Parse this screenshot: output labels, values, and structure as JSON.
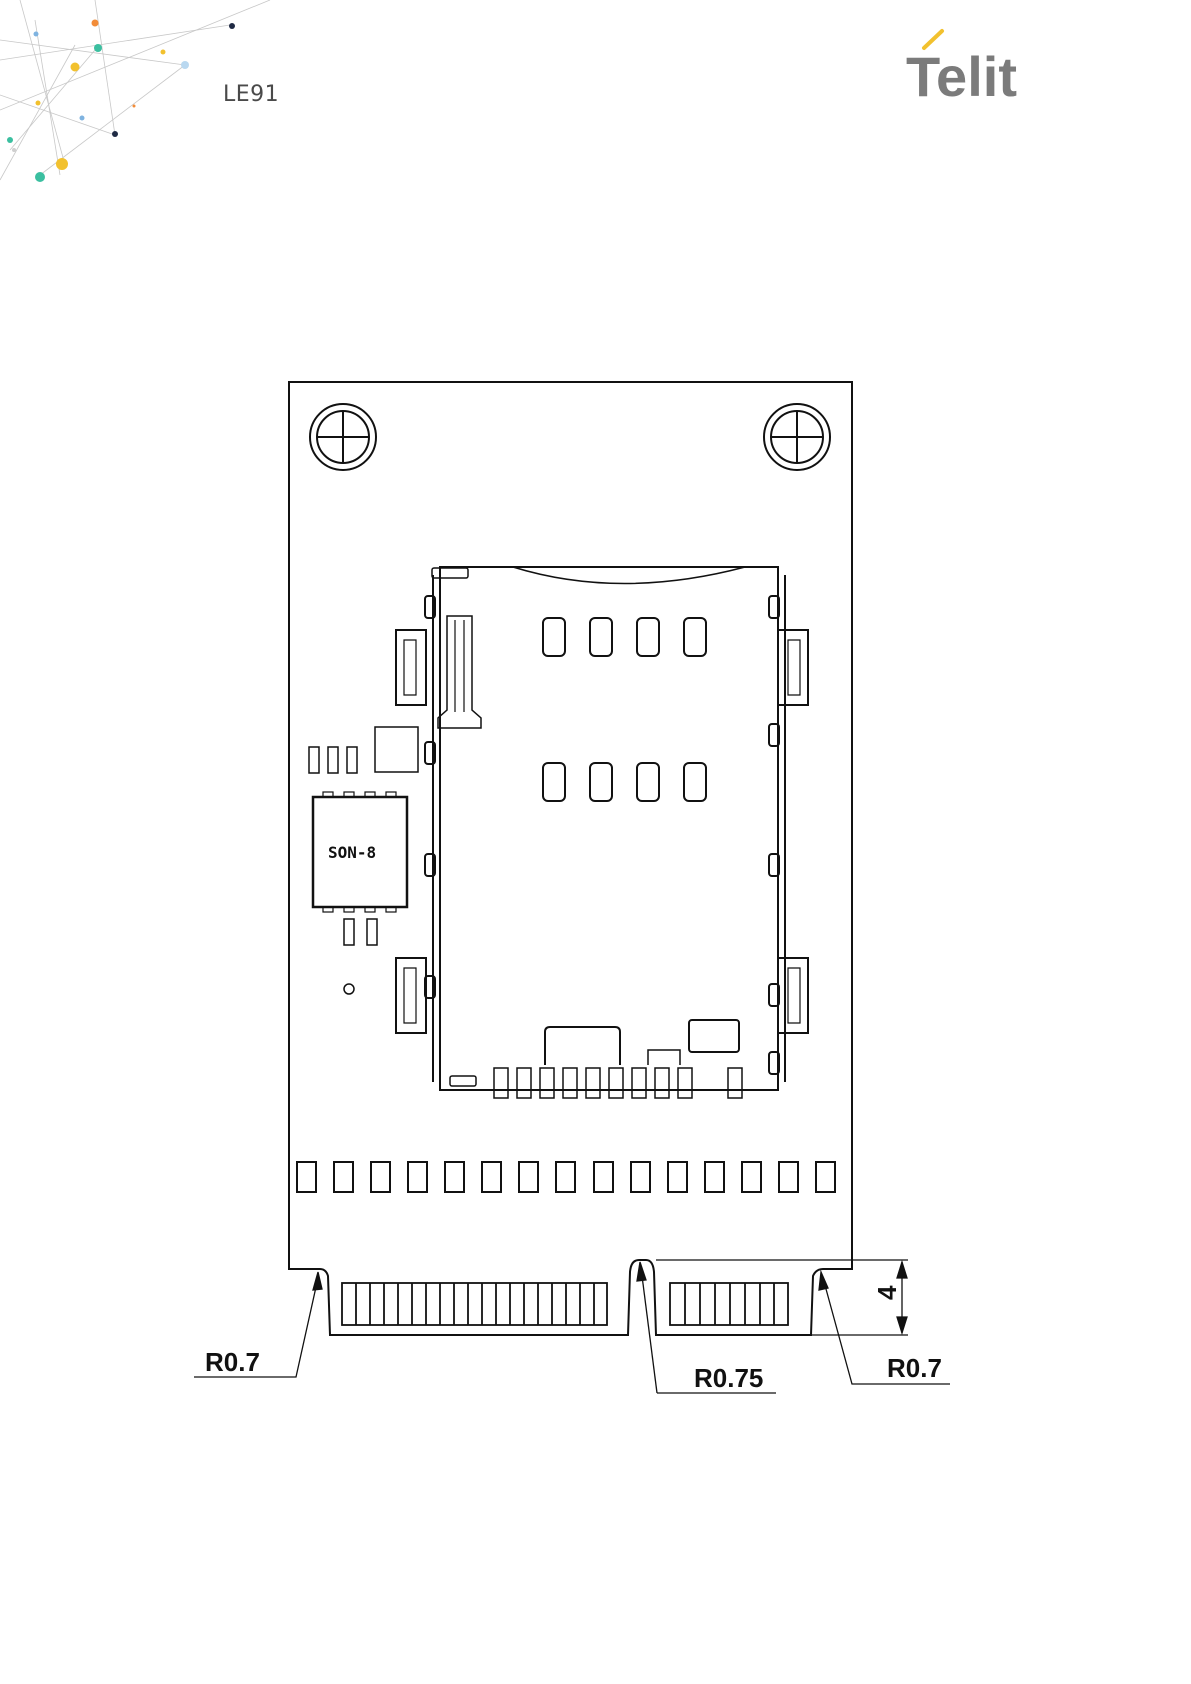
{
  "header": {
    "doc_name": "LE91",
    "logo_text": "Telit",
    "colors": {
      "logo_gray": "#7b7b7b",
      "logo_accent": "#f2c12e"
    }
  },
  "drawing": {
    "chip_label": "SON-8",
    "dimensions": {
      "radius_left": "R0.7",
      "radius_middle": "R0.75",
      "radius_right": "R0.7",
      "key_height": "4"
    }
  }
}
